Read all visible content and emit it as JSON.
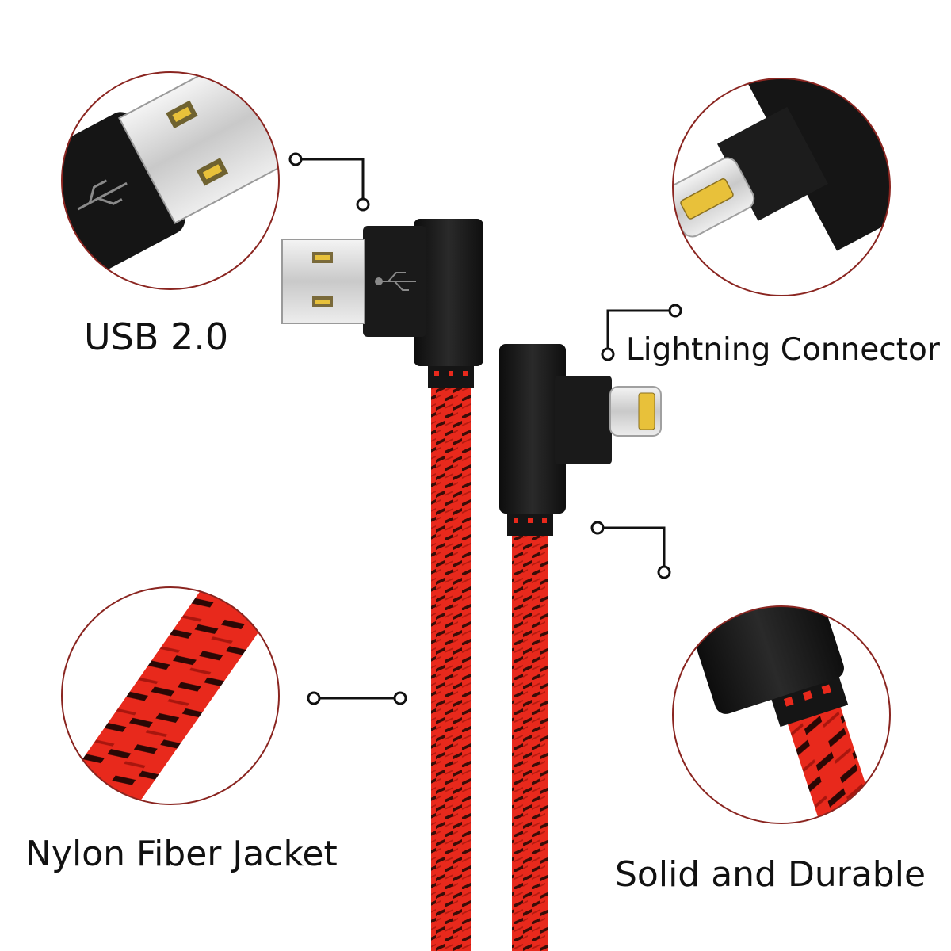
{
  "labels": {
    "usb": "USB 2.0",
    "lightning": "Lightning Connector",
    "nylon": "Nylon Fiber Jacket",
    "solid": "Solid and Durable"
  },
  "colors": {
    "background": "#ffffff",
    "cable_red": "#e8291c",
    "weave_dark": "#3a0d08",
    "connector_black": "#151515",
    "metal_silver": "#d6d6d6",
    "pin_gold": "#e8c13a",
    "circle_outline": "#8a2520",
    "callout_line": "#111111"
  },
  "icons": [
    "usb-symbol-icon"
  ]
}
